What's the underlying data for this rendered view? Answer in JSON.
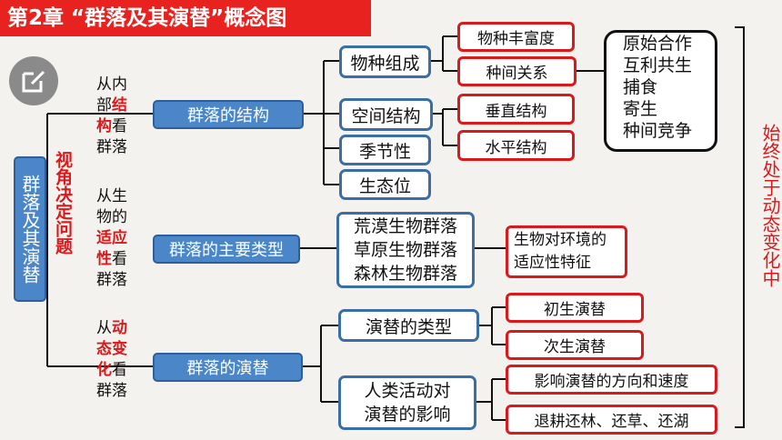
{
  "title": "第2章  “群落及其演替”概念图",
  "icons": {
    "edit": "edit-square-icon"
  },
  "root": "群落及其演替",
  "perspective": "视角决定问题",
  "labels": {
    "structure": [
      [
        "从内",
        ""
      ],
      [
        "部",
        "结"
      ],
      [
        "构",
        "看"
      ],
      [
        "群落",
        ""
      ]
    ],
    "types": [
      [
        "从生",
        ""
      ],
      [
        "物的",
        ""
      ],
      [
        "适应",
        ""
      ],
      [
        "性",
        "看"
      ],
      [
        "群落",
        ""
      ]
    ],
    "succession": [
      [
        "从",
        "动"
      ],
      [
        "态变",
        ""
      ],
      [
        "化",
        "看"
      ],
      [
        "群落",
        ""
      ]
    ]
  },
  "level1": {
    "structure": "群落的结构",
    "types": "群落的主要类型",
    "succession": "群落的演替"
  },
  "structure_items": {
    "species_composition": "物种组成",
    "spatial_structure": "空间结构",
    "seasonality": "季节性",
    "niche": "生态位"
  },
  "species_details": {
    "richness": "物种丰富度",
    "interspecific": "种间关系"
  },
  "spatial_details": {
    "vertical": "垂直结构",
    "horizontal": "水平结构"
  },
  "relations": [
    "原始合作",
    "互利共生",
    "捕食",
    "寄生",
    "种间竞争"
  ],
  "community_types": [
    "荒漠生物群落",
    "草原生物群落",
    "森林生物群落"
  ],
  "adaptation": [
    "生物对环境的",
    "适应性特征"
  ],
  "succession_items": {
    "types": "演替的类型",
    "human": [
      "人类活动对",
      "演替的影响"
    ]
  },
  "succession_types": {
    "primary": "初生演替",
    "secondary": "次生演替"
  },
  "human_effects": {
    "direction": "影响演替的方向和速度",
    "restore": "退耕还林、还草、还湖"
  },
  "summary": "始终处于动态变化中",
  "colors": {
    "title_bg": "#e8231f",
    "accent_red": "#d9191c",
    "blue": "#4a86c8"
  }
}
